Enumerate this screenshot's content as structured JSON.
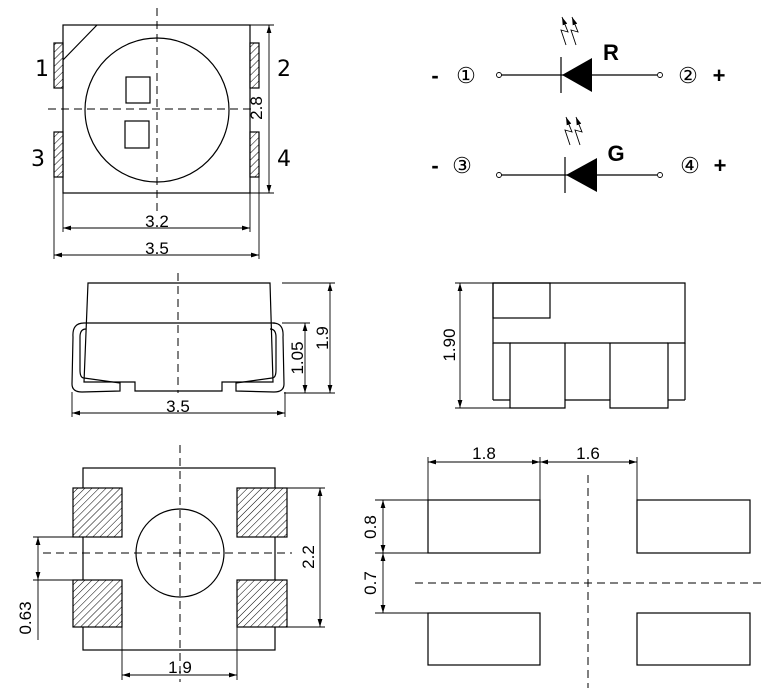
{
  "top_view": {
    "pins": [
      "1",
      "2",
      "3",
      "4"
    ],
    "dim_height": "2.8",
    "dim_body_width": "3.2",
    "dim_total_width": "3.5"
  },
  "schematic": {
    "red": {
      "minus": "-",
      "pin_a": "①",
      "label": "R",
      "pin_b": "②",
      "plus": "+"
    },
    "green": {
      "minus": "-",
      "pin_a": "③",
      "label": "G",
      "pin_b": "④",
      "plus": "+"
    }
  },
  "side_view": {
    "dim_height": "1.9",
    "dim_lead_height": "1.05",
    "dim_width": "3.5"
  },
  "end_view": {
    "dim_height": "1.90"
  },
  "bottom_view": {
    "dim_pad_span": "2.2",
    "dim_pad_gap": "0.63",
    "dim_pad_pitch": "1.9"
  },
  "footprint": {
    "dim_pad_width": "1.8",
    "dim_gap": "1.6",
    "dim_pad_height": "0.8",
    "dim_pad_spacing": "0.7"
  }
}
